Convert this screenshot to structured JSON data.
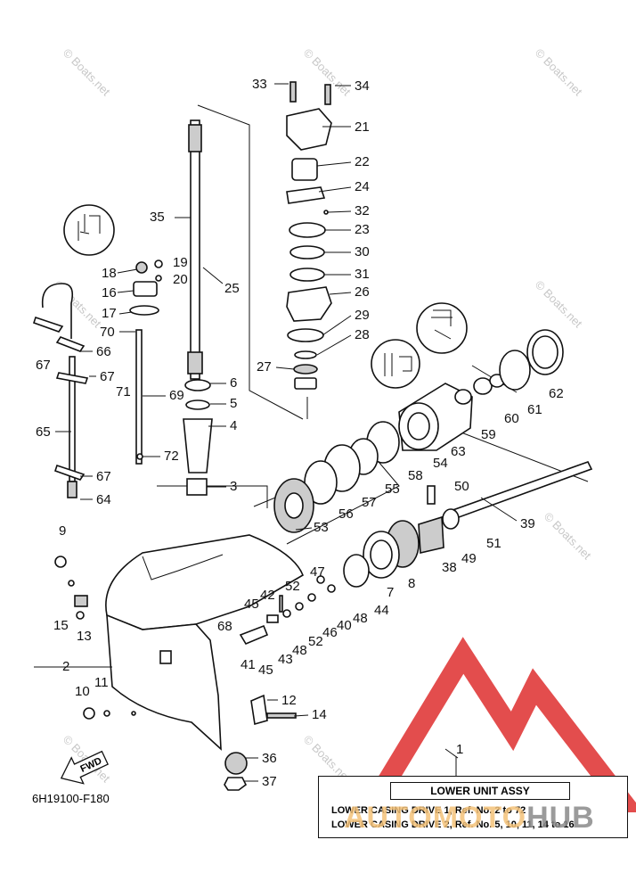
{
  "diagram": {
    "part_numbers": [
      "1",
      "2",
      "3",
      "4",
      "5",
      "6",
      "7",
      "8",
      "9",
      "10",
      "11",
      "12",
      "13",
      "14",
      "15",
      "16",
      "17",
      "18",
      "19",
      "20",
      "21",
      "22",
      "23",
      "24",
      "25",
      "26",
      "27",
      "28",
      "29",
      "30",
      "31",
      "32",
      "33",
      "34",
      "35",
      "36",
      "37",
      "38",
      "39",
      "40",
      "41",
      "42",
      "43",
      "44",
      "45",
      "46",
      "47",
      "48",
      "49",
      "50",
      "51",
      "52",
      "53",
      "54",
      "55",
      "56",
      "57",
      "58",
      "59",
      "60",
      "61",
      "62",
      "63",
      "64",
      "65",
      "66",
      "67",
      "68",
      "69",
      "70",
      "71",
      "72"
    ],
    "ref_code": "6H19100-F180",
    "fwd_label": "FWD",
    "legend": {
      "heading": "LOWER UNIT ASSY",
      "line1": "LOWER CASING DRIVE 1,  Ref. No. 2 to 72",
      "line2": "LOWER CASING DRIVE 2,  Ref. No. 5, 10, 11, 14 to 16"
    }
  },
  "watermark": {
    "text": "© Boats.net"
  },
  "brand": {
    "part1": "AUTOMOTO",
    "part2": "HUB",
    "accent_color": "#e03a3a",
    "text_color": "#f4c27a"
  }
}
